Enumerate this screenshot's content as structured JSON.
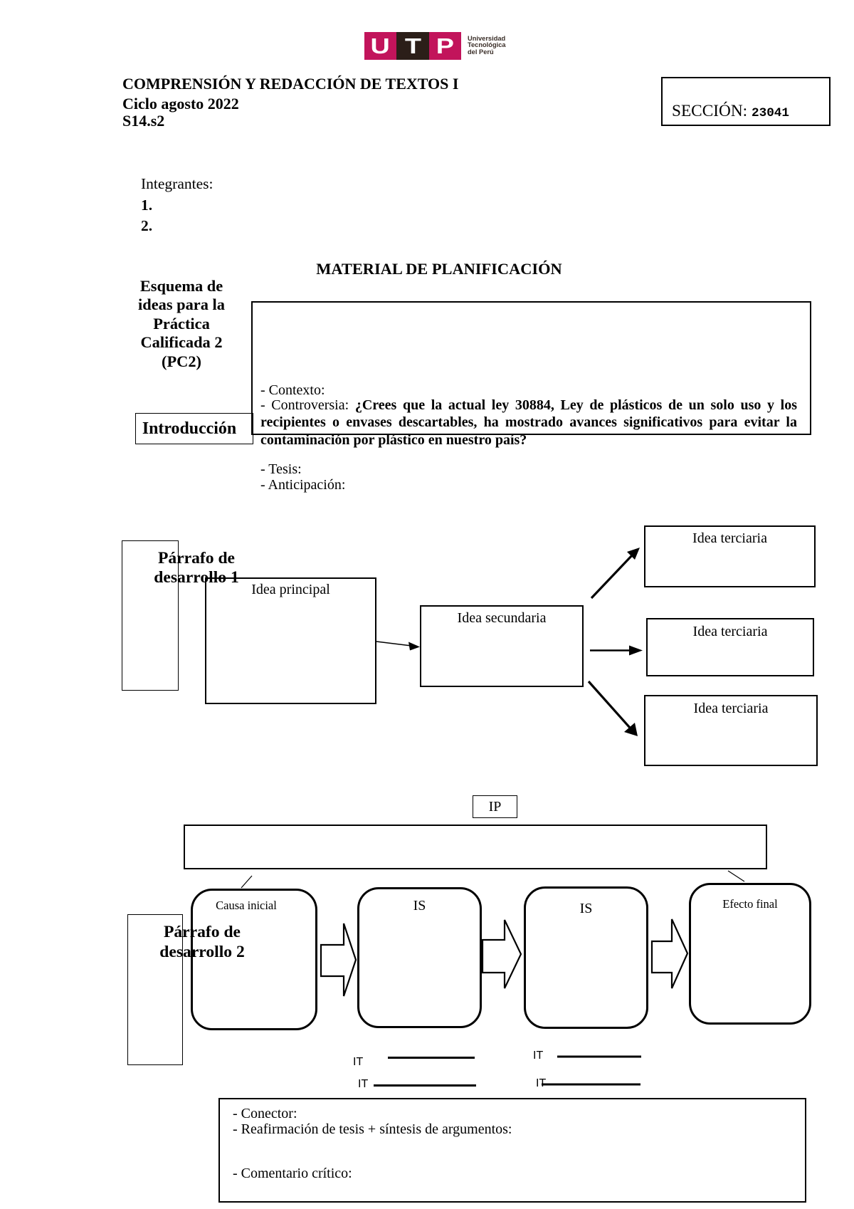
{
  "header": {
    "logo": {
      "letters": [
        "U",
        "T",
        "P"
      ],
      "brand_lines": [
        "Universidad",
        "Tecnológica",
        "del Perú"
      ],
      "crimson": "#c2145b",
      "dark": "#2b1e18"
    },
    "course_title": "COMPRENSIÓN Y REDACCIÓN DE TEXTOS I",
    "cycle": "Ciclo agosto 2022",
    "session": "S14.s2",
    "section_label": "SECCIÓN: ",
    "section_value": "23041"
  },
  "integrantes": {
    "label": "Integrantes:",
    "items": [
      "1.",
      "2."
    ]
  },
  "material_title": "MATERIAL DE PLANIFICACIÓN",
  "esquema": {
    "lines": [
      "Esquema de",
      "ideas para la",
      "Práctica",
      "Calificada 2",
      "(PC2)"
    ]
  },
  "introduccion": {
    "box_label": "Introducción",
    "contexto": "- Contexto:",
    "controversia_prefix": "- Controversia: ",
    "controversia_question": "¿Crees que la actual ley 30884, Ley de plásticos de un solo uso y los recipientes o envases descartables, ha mostrado avances significativos para evitar la contaminación por plástico en nuestro país?",
    "tesis": "- Tesis:",
    "anticipacion": "- Anticipación:"
  },
  "parrafo1": {
    "label_line1": "Párrafo de",
    "label_line2": "desarrollo 1",
    "idea_principal": "Idea principal",
    "idea_secundaria": "Idea secundaria",
    "terciarias": [
      "Idea terciaria",
      "Idea terciaria",
      "Idea terciaria"
    ]
  },
  "parrafo2": {
    "label_line1": "Párrafo de",
    "label_line2": "desarrollo 2",
    "ip": "IP",
    "causa_inicial": "Causa inicial",
    "is1": "IS",
    "is2": "IS",
    "efecto_final": "Efecto final",
    "it_labels": [
      "IT",
      "IT",
      "IT",
      "IT"
    ]
  },
  "conclusion": {
    "conector": "- Conector:",
    "reafirmacion": "- Reafirmación de tesis + síntesis de argumentos:",
    "comentario": "- Comentario crítico:"
  }
}
